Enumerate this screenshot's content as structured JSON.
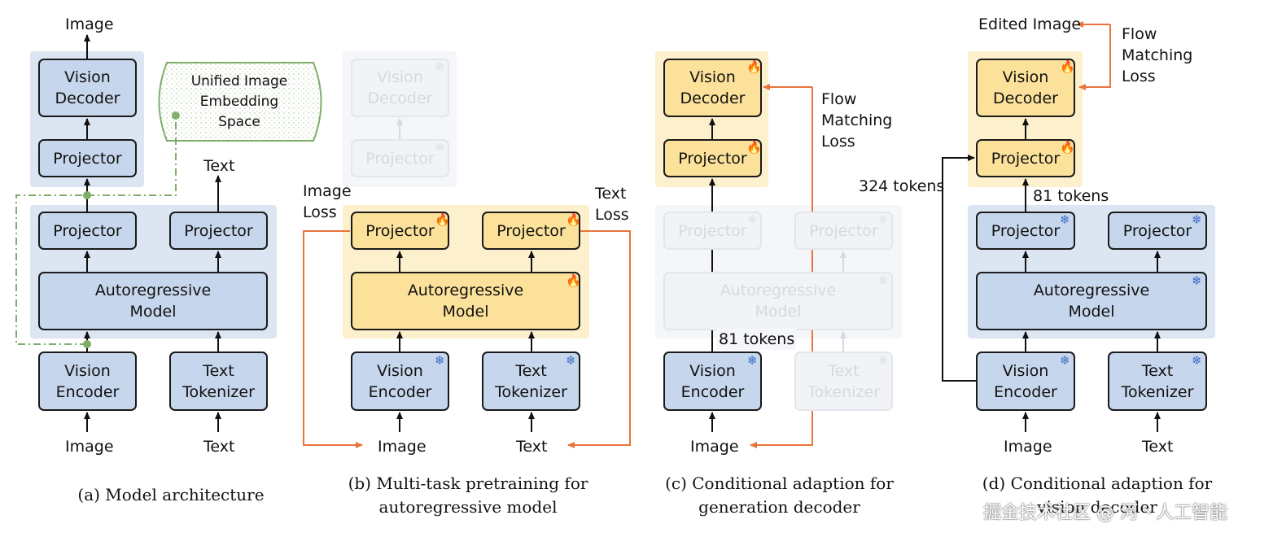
{
  "panel_a": {
    "caption": "(a) Model architecture",
    "top_output": "Image",
    "vision_decoder": "Vision\nDecoder",
    "projector_top": "Projector",
    "embedding_space": "Unified Image\nEmbedding\nSpace",
    "text_output": "Text",
    "projector_left": "Projector",
    "projector_right": "Projector",
    "autoregressive": "Autoregressive\nModel",
    "vision_encoder": "Vision\nEncoder",
    "text_tokenizer": "Text\nTokenizer",
    "input_image": "Image",
    "input_text": "Text"
  },
  "panel_b": {
    "caption": "(b) Multi-task pretraining for\nautoregressive model",
    "vision_decoder": "Vision\nDecoder",
    "projector_top": "Projector",
    "image_loss": "Image\nLoss",
    "text_loss": "Text\nLoss",
    "projector_left": "Projector",
    "projector_right": "Projector",
    "autoregressive": "Autoregressive\nModel",
    "vision_encoder": "Vision\nEncoder",
    "text_tokenizer": "Text\nTokenizer",
    "input_image": "Image",
    "input_text": "Text"
  },
  "panel_c": {
    "caption": "(c) Conditional adaption for\ngeneration decoder",
    "vision_decoder": "Vision\nDecoder",
    "projector_top": "Projector",
    "flow_loss": "Flow\nMatching\nLoss",
    "projector_left": "Projector",
    "projector_right": "Projector",
    "autoregressive": "Autoregressive\nModel",
    "tokens": "81 tokens",
    "vision_encoder": "Vision\nEncoder",
    "text_tokenizer": "Text\nTokenizer",
    "input_image": "Image"
  },
  "panel_d": {
    "caption": "(d) Conditional adaption for\nvision decoder",
    "edited_image": "Edited Image",
    "flow_loss": "Flow\nMatching\nLoss",
    "vision_decoder": "Vision\nDecoder",
    "projector_top": "Projector",
    "tokens_324": "324 tokens",
    "tokens_81": "81 tokens",
    "projector_left": "Projector",
    "projector_right": "Projector",
    "autoregressive": "Autoregressive\nModel",
    "vision_encoder": "Vision\nEncoder",
    "text_tokenizer": "Text\nTokenizer",
    "input_image": "Image",
    "input_text": "Text"
  },
  "watermark": "掘金技术社区 @ 河丶人工智能",
  "icons": {
    "trainable": "fire-icon",
    "frozen": "snowflake-icon"
  },
  "colors": {
    "blue_box": "#c6d6ec",
    "yellow_box": "#fbe19a",
    "loss_arrow": "#e8743b",
    "embedding_green": "#7fae6b"
  }
}
